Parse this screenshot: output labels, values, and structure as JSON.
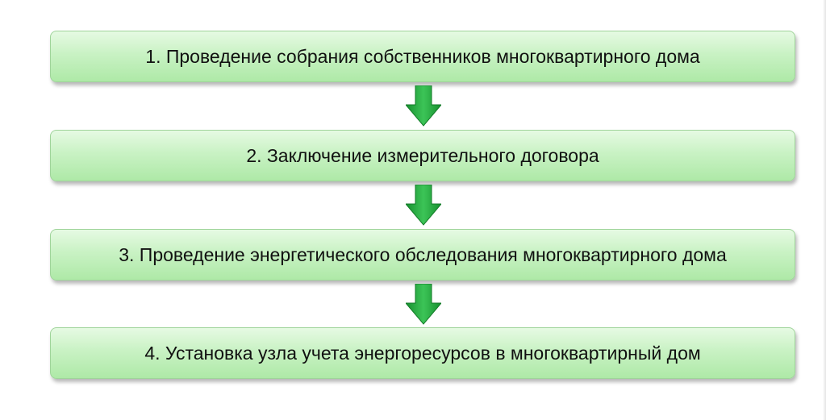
{
  "diagram": {
    "steps": [
      {
        "label": "1. Проведение собрания собственников многоквартирного дома"
      },
      {
        "label": "2. Заключение измерительного договора"
      },
      {
        "label": "3. Проведение энергетического обследования многоквартирного дома"
      },
      {
        "label": "4. Установка узла учета энергоресурсов в многоквартирный дом"
      }
    ],
    "colors": {
      "box_fill_top": "#e6fae3",
      "box_fill_bottom": "#aee9a7",
      "box_border": "#9fd49a",
      "arrow_fill": "#1fa33a",
      "arrow_highlight": "#4fd06a"
    },
    "connector_icon": "arrow-down-icon"
  }
}
